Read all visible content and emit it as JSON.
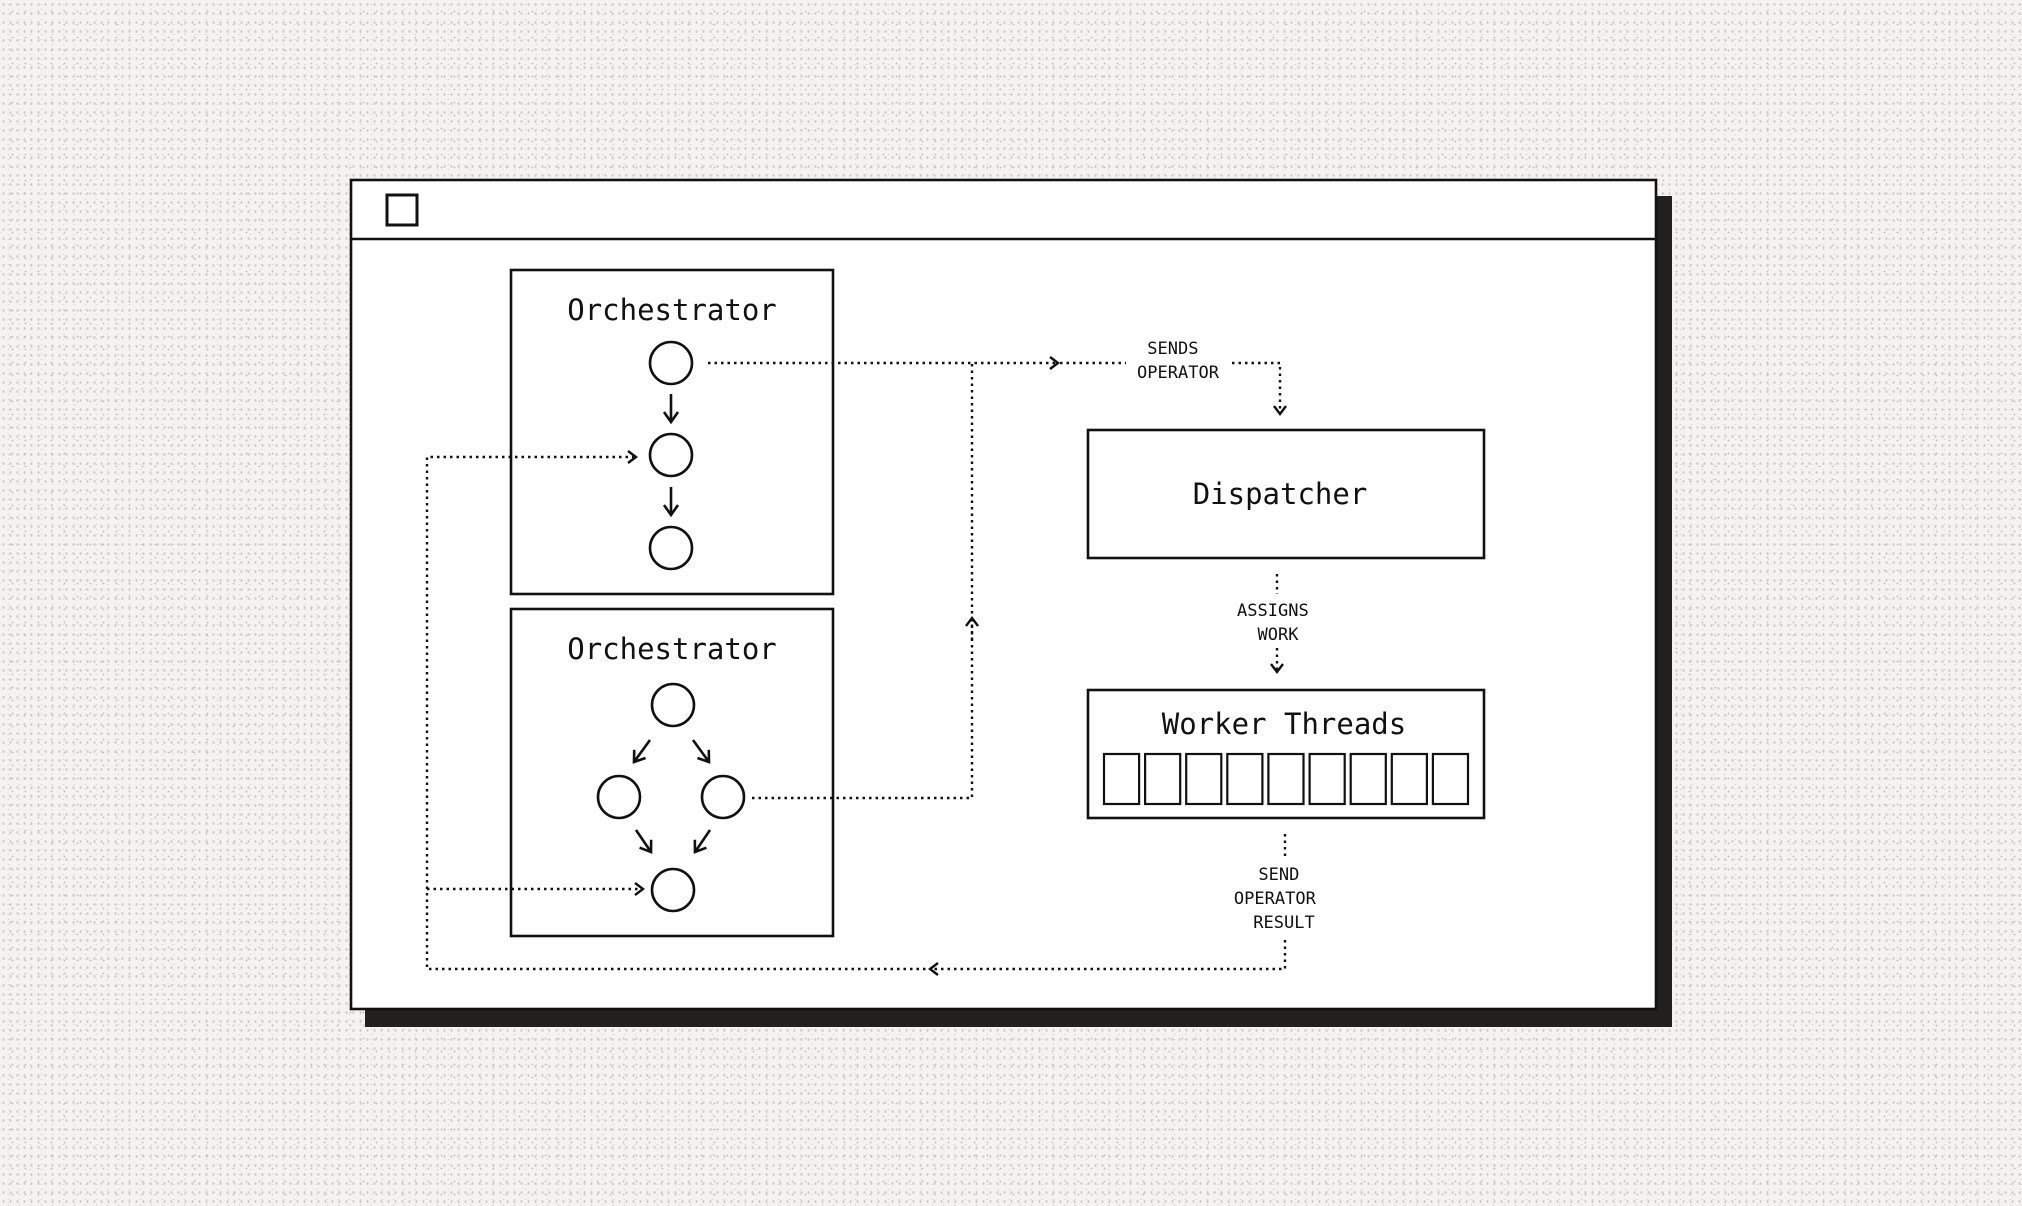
{
  "window": {
    "control": "window-square-icon"
  },
  "orchestrators": [
    {
      "title": "Orchestrator"
    },
    {
      "title": "Orchestrator"
    }
  ],
  "dispatcher": {
    "label": "Dispatcher"
  },
  "worker_threads": {
    "label": "Worker Threads",
    "slot_count": 9
  },
  "annotations": {
    "sends_operator": [
      "SENDS",
      "OPERATOR"
    ],
    "assigns_work": [
      "ASSIGNS",
      "WORK"
    ],
    "send_operator_result": [
      "SEND",
      "OPERATOR",
      "RESULT"
    ]
  },
  "colors": {
    "ink": "#111111",
    "shadow": "#231f1d",
    "panel": "#ffffff"
  }
}
